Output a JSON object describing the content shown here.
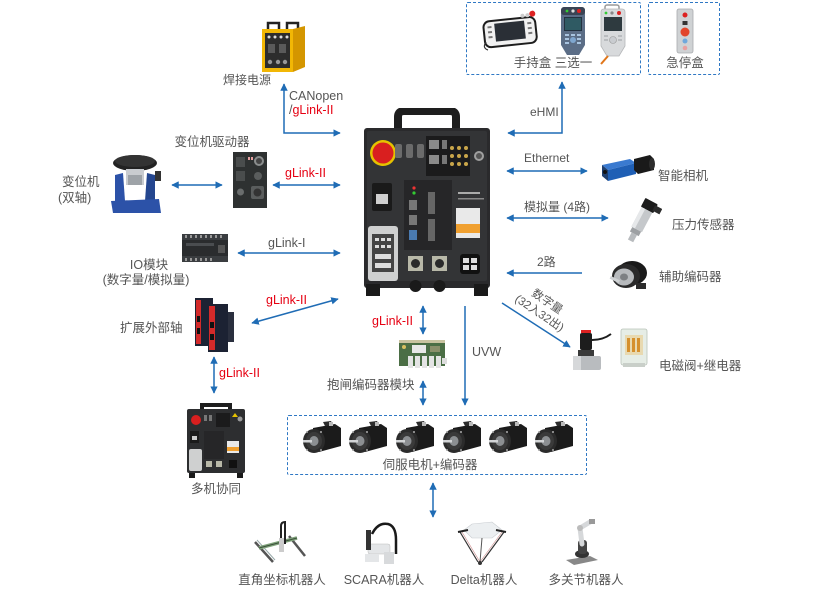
{
  "peripherals": {
    "welder": {
      "label": "焊接电源",
      "link_line1": "CANopen",
      "link_sep": "/",
      "link_line2": "gLink-II"
    },
    "teach_pendant": {
      "label": "手持盒 三选一",
      "link": "eHMI"
    },
    "estop_box": {
      "label": "急停盒"
    },
    "camera": {
      "label": "智能相机",
      "link": "Ethernet"
    },
    "pressure_sensor": {
      "label": "压力传感器",
      "link": "模拟量 (4路)"
    },
    "aux_encoder": {
      "label": "辅助编码器",
      "link": "2路"
    },
    "valve_relay": {
      "label": "电磁阀+继电器",
      "link_line1": "数字量",
      "link_line2": "(32入32出)"
    },
    "positioner": {
      "label_line1": "变位机",
      "label_line2": "(双轴)"
    },
    "positioner_driver": {
      "label": "变位机驱动器",
      "link": "gLink-II"
    },
    "io_module": {
      "label_line1": "IO模块",
      "label_line2": "(数字量/模拟量)",
      "link": "gLink-I"
    },
    "external_axis": {
      "label": "扩展外部轴",
      "link": "gLink-II"
    },
    "multi_robot": {
      "label": "多机协同",
      "link": "gLink-II"
    },
    "brake_encoder_module": {
      "label": "抱闸编码器模块",
      "link": "gLink-II"
    },
    "servo_motors": {
      "label": "伺服电机+编码器",
      "link": "UVW"
    }
  },
  "robot_types": [
    {
      "label": "直角坐标机器人"
    },
    {
      "label": "SCARA机器人"
    },
    {
      "label": "Delta机器人"
    },
    {
      "label": "多关节机器人"
    }
  ],
  "colors": {
    "link_arrow": "#1f6cb5",
    "protocol_red": "#e60012",
    "label_text": "#555555",
    "dashed_group_border": "#2f78c4"
  }
}
